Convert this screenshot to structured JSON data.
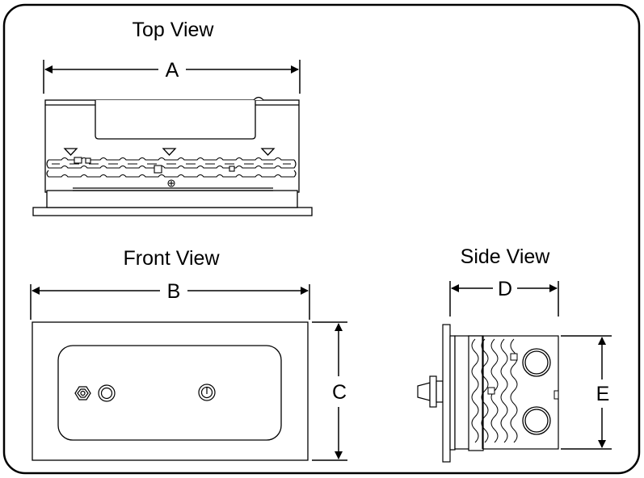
{
  "titles": {
    "top_view": "Top View",
    "front_view": "Front View",
    "side_view": "Side View"
  },
  "dimensions": {
    "a": "A",
    "b": "B",
    "c": "C",
    "d": "D",
    "e": "E"
  },
  "colors": {
    "line": "#000000",
    "background": "#ffffff"
  },
  "icons": {
    "valve_knob": "hexagon-knob-icon",
    "ignition_button": "round-button-icon",
    "power_switch": "power-switch-icon",
    "screw": "screw-icon",
    "conduit_knockout": "circle-knockout-icon"
  }
}
